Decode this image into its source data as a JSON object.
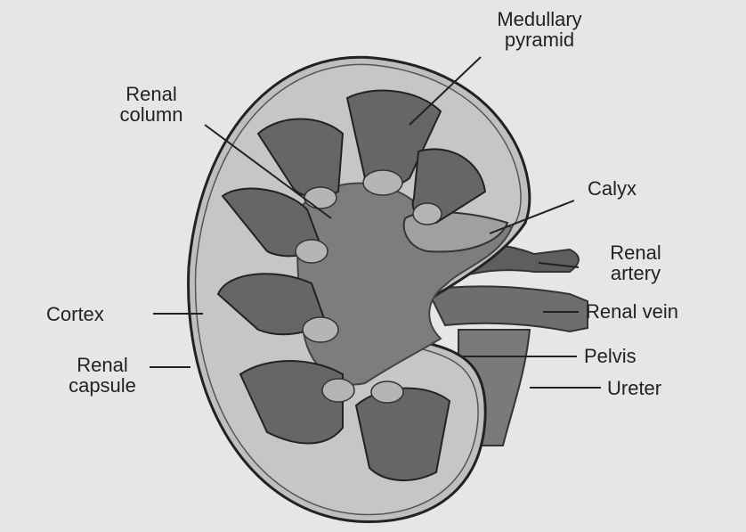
{
  "diagram": {
    "labels": {
      "medullary_pyramid": "Medullary\npyramid",
      "renal_column": "Renal\ncolumn",
      "calyx": "Calyx",
      "renal_artery": "Renal\nartery",
      "cortex": "Cortex",
      "renal_vein": "Renal vein",
      "renal_capsule": "Renal\ncapsule",
      "pelvis": "Pelvis",
      "ureter": "Ureter"
    },
    "colors": {
      "background": "#e6e6e6",
      "cortex": "#c4c4c4",
      "medulla": "#6a6a6a",
      "pelvis": "#8a8a8a",
      "outline": "#333333"
    }
  }
}
